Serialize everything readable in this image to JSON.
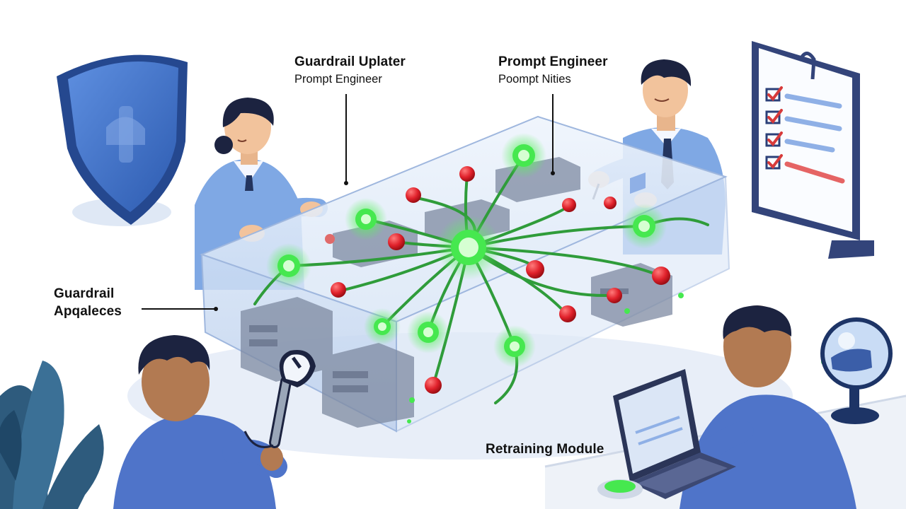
{
  "labels": {
    "top_left": {
      "title": "Guardrail Uplater",
      "subtitle": "Prompt Engineer"
    },
    "top_right": {
      "title": "Prompt Engineer",
      "subtitle": "Poompt Nities"
    },
    "left": {
      "line1": "Guardrail",
      "line2": "Apqaleces"
    },
    "bottom": {
      "title": "Retraining Module"
    }
  },
  "colors": {
    "shield": "#3f6fc4",
    "node_active": "#3ee04a",
    "node_inactive": "#e0212b",
    "link": "#2f9c3a",
    "shirt": "#7fa8e4",
    "hair": "#1c2340",
    "glass": "#dfeaf8"
  },
  "icons": {
    "shield": "shield-icon",
    "checklist": "checklist-board-icon",
    "wrench": "wrench-icon",
    "laptop": "laptop-icon",
    "globe": "globe-lamp-icon",
    "plant": "plant-icon"
  }
}
